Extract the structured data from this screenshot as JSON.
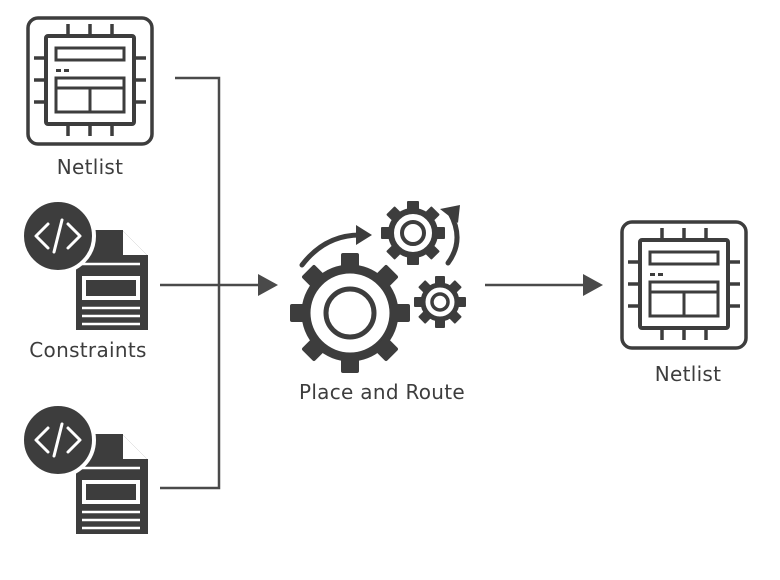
{
  "diagram": {
    "inputs": [
      {
        "label": "Netlist",
        "icon": "chip-icon"
      },
      {
        "label": "Constraints",
        "icon": "code-document-icon"
      },
      {
        "label": "",
        "icon": "code-document-icon"
      }
    ],
    "process": {
      "label": "Place and Route",
      "icon": "gears-icon"
    },
    "output": {
      "label": "Netlist",
      "icon": "chip-icon"
    },
    "colors": {
      "icon": "#3d3d3d",
      "line": "#4a4a4a",
      "background": "#ffffff"
    }
  }
}
